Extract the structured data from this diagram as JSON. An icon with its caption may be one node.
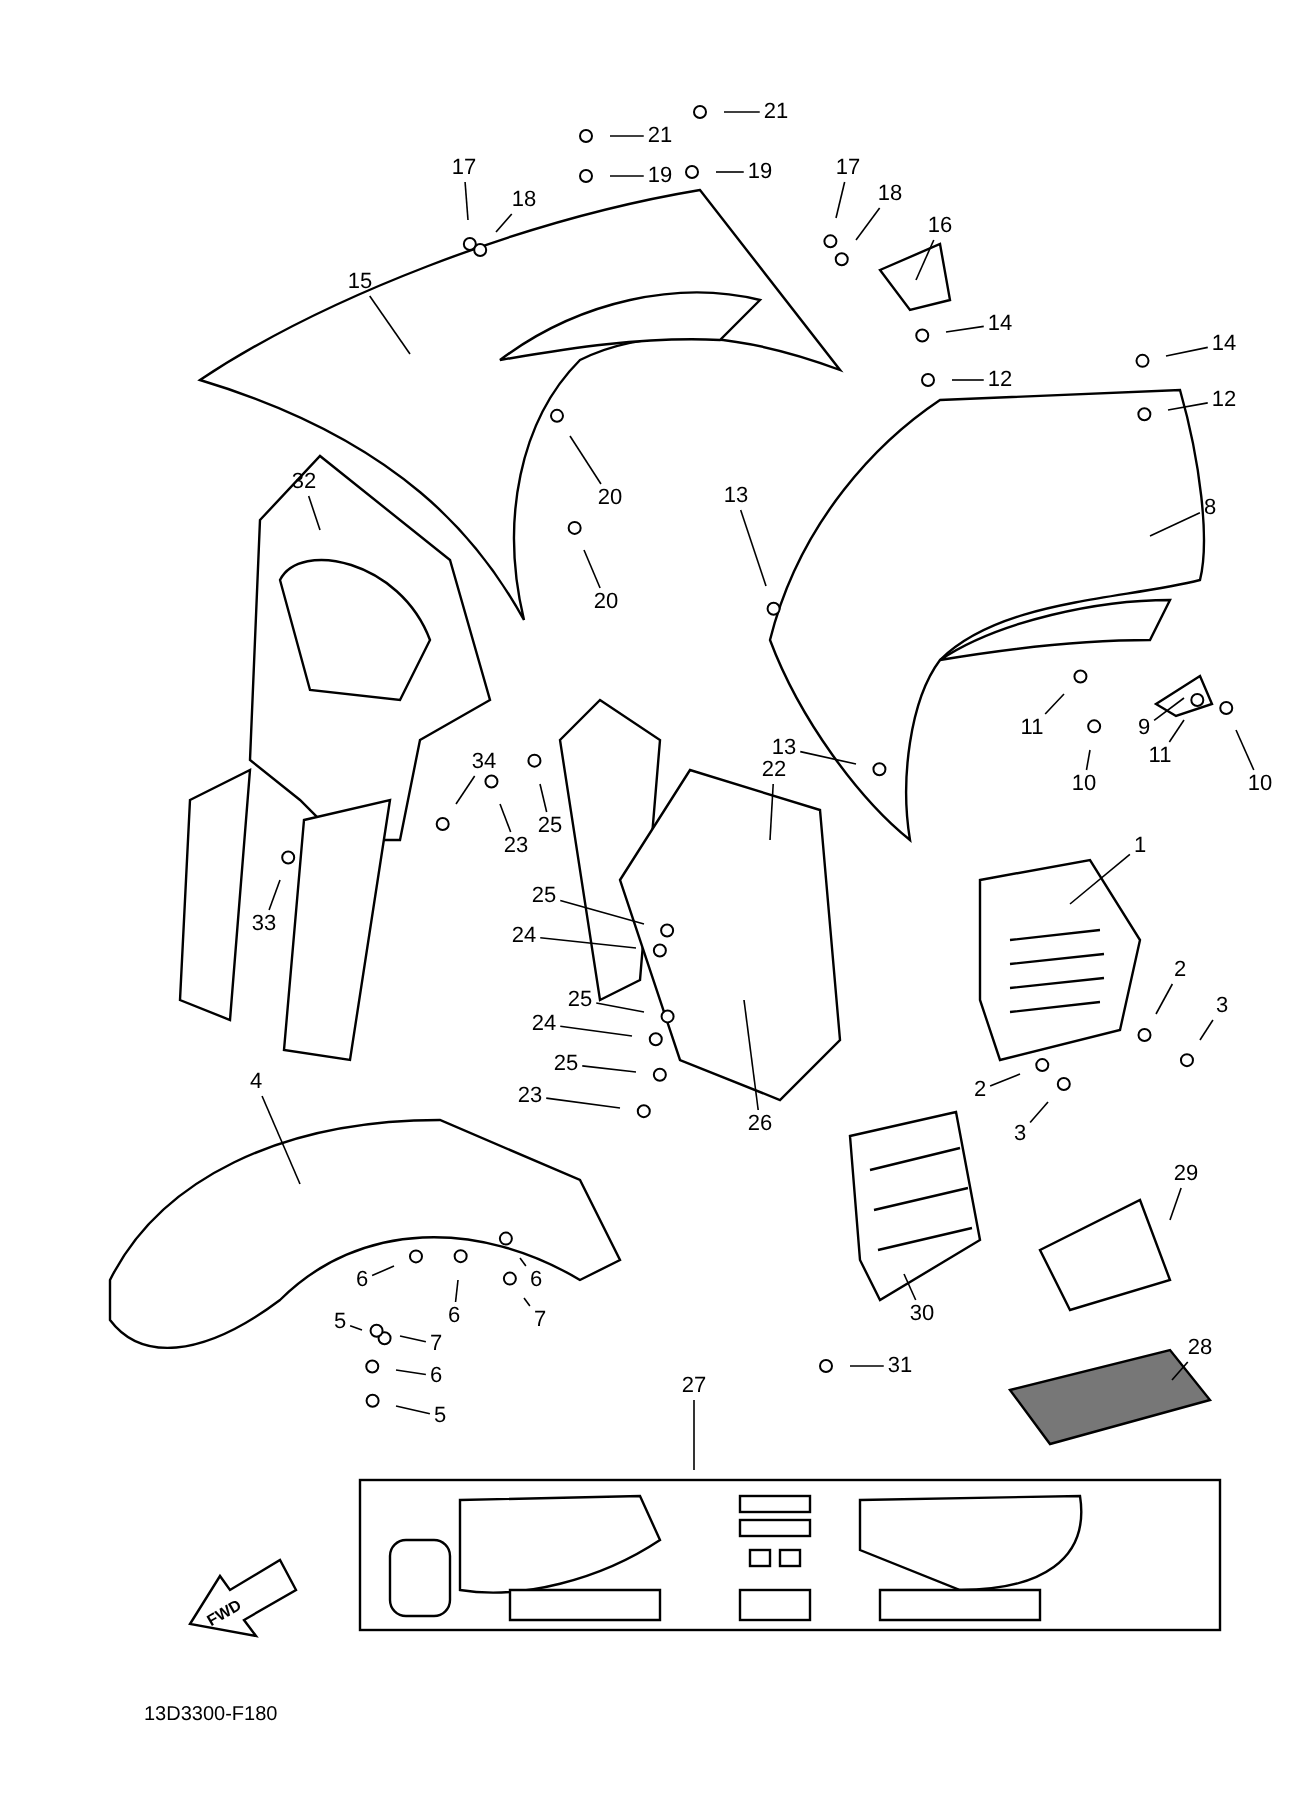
{
  "diagram": {
    "nodes": [
      {
        "text": [
          "21"
        ]
      },
      {
        "text": [
          "21"
        ]
      },
      {
        "text": [
          "19"
        ]
      },
      {
        "text": [
          "19"
        ]
      },
      {
        "text": [
          "17"
        ]
      },
      {
        "text": [
          "18"
        ]
      },
      {
        "text": [
          "17"
        ]
      },
      {
        "text": [
          "18"
        ]
      },
      {
        "text": [
          "16"
        ]
      },
      {
        "text": [
          "15"
        ]
      },
      {
        "text": [
          "14"
        ]
      },
      {
        "text": [
          "14"
        ]
      },
      {
        "text": [
          "12"
        ]
      },
      {
        "text": [
          "12"
        ]
      },
      {
        "text": [
          "32"
        ]
      },
      {
        "text": [
          "13"
        ]
      },
      {
        "text": [
          "8"
        ]
      },
      {
        "text": [
          "20"
        ]
      },
      {
        "text": [
          "20"
        ]
      },
      {
        "text": [
          "11"
        ]
      },
      {
        "text": [
          "9"
        ]
      },
      {
        "text": [
          "11"
        ]
      },
      {
        "text": [
          "10"
        ]
      },
      {
        "text": [
          "10"
        ]
      },
      {
        "text": [
          "13"
        ]
      },
      {
        "text": [
          "34"
        ]
      },
      {
        "text": [
          "22"
        ]
      },
      {
        "text": [
          "25"
        ]
      },
      {
        "text": [
          "23"
        ]
      },
      {
        "text": [
          "33"
        ]
      },
      {
        "text": [
          "1"
        ]
      },
      {
        "text": [
          "25"
        ]
      },
      {
        "text": [
          "24"
        ]
      },
      {
        "text": [
          "2"
        ]
      },
      {
        "text": [
          "3"
        ]
      },
      {
        "text": [
          "25"
        ]
      },
      {
        "text": [
          "24"
        ]
      },
      {
        "text": [
          "25"
        ]
      },
      {
        "text": [
          "23"
        ]
      },
      {
        "text": [
          "26"
        ]
      },
      {
        "text": [
          "4"
        ]
      },
      {
        "text": [
          "2"
        ]
      },
      {
        "text": [
          "3"
        ]
      },
      {
        "text": [
          "29"
        ]
      },
      {
        "text": [
          "6"
        ]
      },
      {
        "text": [
          "6"
        ]
      },
      {
        "text": [
          "6"
        ]
      },
      {
        "text": [
          "30"
        ]
      },
      {
        "text": [
          "7"
        ]
      },
      {
        "text": [
          "5"
        ]
      },
      {
        "text": [
          "7"
        ]
      },
      {
        "text": [
          "31"
        ]
      },
      {
        "text": [
          "28"
        ]
      },
      {
        "text": [
          "6"
        ]
      },
      {
        "text": [
          "5"
        ]
      },
      {
        "text": [
          "27"
        ]
      }
    ],
    "edges": [
      {
        "from": 0,
        "to": null,
        "arrow": "none"
      },
      {
        "from": 1,
        "to": null,
        "arrow": "none"
      },
      {
        "from": 2,
        "to": null,
        "arrow": "none"
      },
      {
        "from": 3,
        "to": null,
        "arrow": "none"
      },
      {
        "from": 4,
        "to": null,
        "arrow": "none"
      },
      {
        "from": 5,
        "to": null,
        "arrow": "none"
      },
      {
        "from": 6,
        "to": null,
        "arrow": "none"
      },
      {
        "from": 7,
        "to": null,
        "arrow": "none"
      },
      {
        "from": 8,
        "to": null,
        "arrow": "none"
      },
      {
        "from": 9,
        "to": null,
        "arrow": "none"
      },
      {
        "from": 10,
        "to": null,
        "arrow": "none"
      },
      {
        "from": 11,
        "to": null,
        "arrow": "none"
      },
      {
        "from": 12,
        "to": null,
        "arrow": "none"
      },
      {
        "from": 13,
        "to": null,
        "arrow": "none"
      },
      {
        "from": 14,
        "to": null,
        "arrow": "none"
      },
      {
        "from": 15,
        "to": null,
        "arrow": "none"
      },
      {
        "from": 16,
        "to": null,
        "arrow": "none"
      },
      {
        "from": 17,
        "to": null,
        "arrow": "none"
      },
      {
        "from": 18,
        "to": null,
        "arrow": "none"
      },
      {
        "from": 19,
        "to": null,
        "arrow": "none"
      },
      {
        "from": 20,
        "to": null,
        "arrow": "none"
      },
      {
        "from": 21,
        "to": null,
        "arrow": "none"
      },
      {
        "from": 22,
        "to": null,
        "arrow": "none"
      },
      {
        "from": 23,
        "to": null,
        "arrow": "none"
      },
      {
        "from": 24,
        "to": null,
        "arrow": "none"
      },
      {
        "from": 25,
        "to": null,
        "arrow": "none"
      },
      {
        "from": 26,
        "to": null,
        "arrow": "none"
      },
      {
        "from": 27,
        "to": null,
        "arrow": "none"
      },
      {
        "from": 28,
        "to": null,
        "arrow": "none"
      },
      {
        "from": 29,
        "to": null,
        "arrow": "none"
      },
      {
        "from": 30,
        "to": null,
        "arrow": "none"
      },
      {
        "from": 31,
        "to": null,
        "arrow": "none"
      },
      {
        "from": 32,
        "to": null,
        "arrow": "none"
      },
      {
        "from": 33,
        "to": null,
        "arrow": "none"
      },
      {
        "from": 34,
        "to": null,
        "arrow": "none"
      },
      {
        "from": 35,
        "to": null,
        "arrow": "none"
      },
      {
        "from": 36,
        "to": null,
        "arrow": "none"
      },
      {
        "from": 37,
        "to": null,
        "arrow": "none"
      },
      {
        "from": 38,
        "to": null,
        "arrow": "none"
      },
      {
        "from": 39,
        "to": null,
        "arrow": "none"
      },
      {
        "from": 40,
        "to": null,
        "arrow": "none"
      },
      {
        "from": 41,
        "to": null,
        "arrow": "none"
      },
      {
        "from": 42,
        "to": null,
        "arrow": "none"
      },
      {
        "from": 43,
        "to": null,
        "arrow": "none"
      },
      {
        "from": 44,
        "to": null,
        "arrow": "none"
      },
      {
        "from": 45,
        "to": null,
        "arrow": "none"
      },
      {
        "from": 46,
        "to": null,
        "arrow": "none"
      },
      {
        "from": 47,
        "to": null,
        "arrow": "none"
      },
      {
        "from": 48,
        "to": null,
        "arrow": "none"
      },
      {
        "from": 49,
        "to": null,
        "arrow": "none"
      },
      {
        "from": 50,
        "to": null,
        "arrow": "none"
      },
      {
        "from": 51,
        "to": null,
        "arrow": "none"
      },
      {
        "from": 52,
        "to": null,
        "arrow": "none"
      },
      {
        "from": 53,
        "to": null,
        "arrow": "none"
      },
      {
        "from": 54,
        "to": null,
        "arrow": "none"
      },
      {
        "from": 55,
        "to": null,
        "arrow": "none"
      }
    ],
    "labels": [
      "FWD",
      "13D3300-F180"
    ]
  }
}
